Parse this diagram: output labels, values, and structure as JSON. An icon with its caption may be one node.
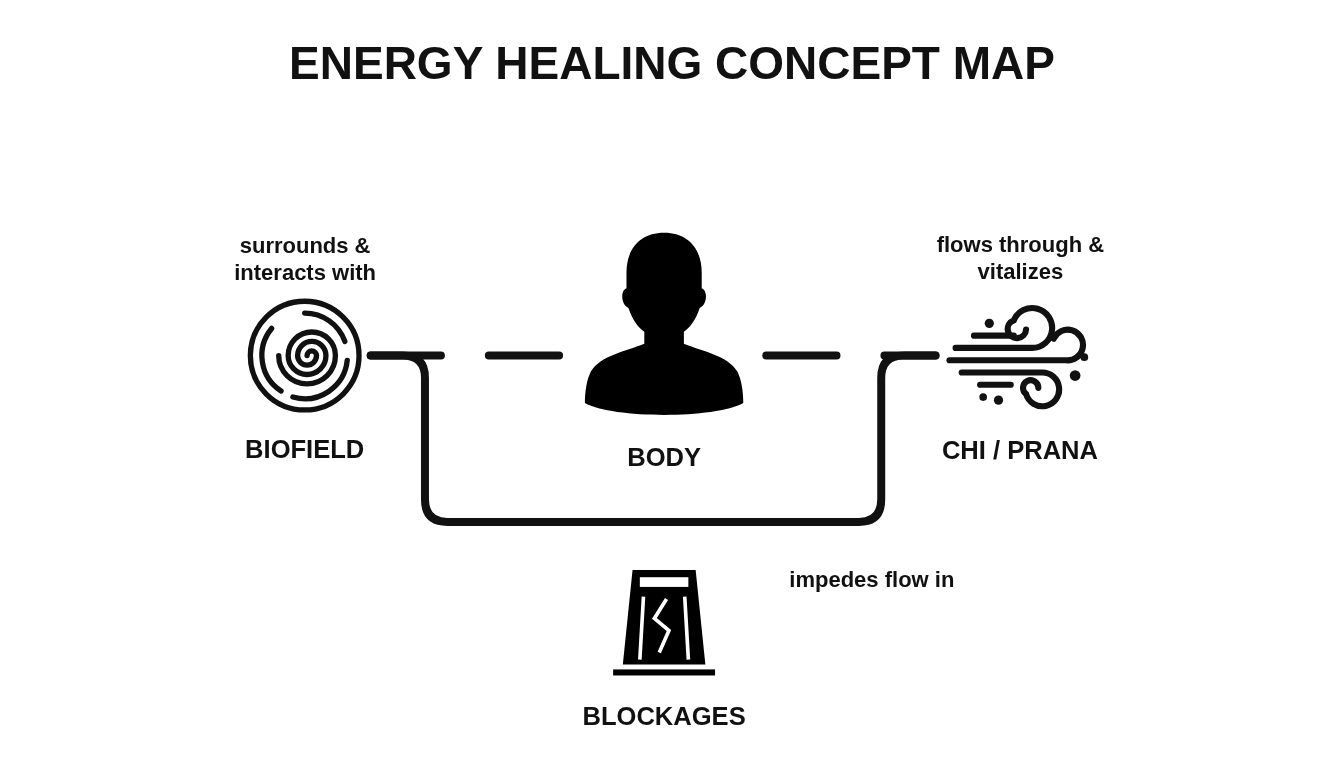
{
  "diagram": {
    "title": "ENERGY HEALING CONCEPT MAP",
    "nodes": [
      {
        "text": [
          "BIOFIELD"
        ],
        "beside": [
          "surrounds & interacts with"
        ]
      },
      {
        "text": [
          "BODY"
        ]
      },
      {
        "text": [
          "CHI / PRANA"
        ],
        "beside": [
          "flows through & vitalizes"
        ]
      },
      {
        "text": [
          "BLOCKAGES"
        ],
        "beside": [
          "impedes flow in"
        ]
      }
    ],
    "edges": [
      {
        "from": 0,
        "to": 1,
        "arrow": "none",
        "style": "dashed"
      },
      {
        "from": 1,
        "to": 2,
        "arrow": "none",
        "style": "dashed"
      },
      {
        "from": 0,
        "to": 2,
        "arrow": "none"
      }
    ]
  }
}
